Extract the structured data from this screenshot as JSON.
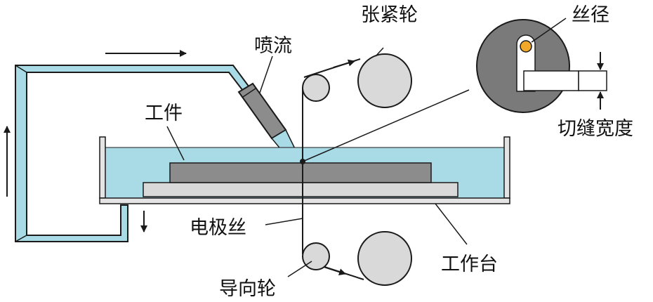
{
  "labels": {
    "nozzle_flow": "喷流",
    "tension_wheel": "张紧轮",
    "wire_diameter": "丝径",
    "workpiece": "工件",
    "kerf_width": "切缝宽度",
    "electrode_wire": "电极丝",
    "worktable": "工作台",
    "guide_wheel": "导向轮"
  },
  "colors": {
    "water": "#a9dbe6",
    "outline": "#1a1a1a",
    "workpiece": "#8c8c8c",
    "worktable_plate": "#d9d9d9",
    "tank_wall": "#e4e4e4",
    "wheel": "#d9d9d9",
    "inset_disk": "#7a7a7a",
    "wire_spot": "#f2a92b"
  }
}
